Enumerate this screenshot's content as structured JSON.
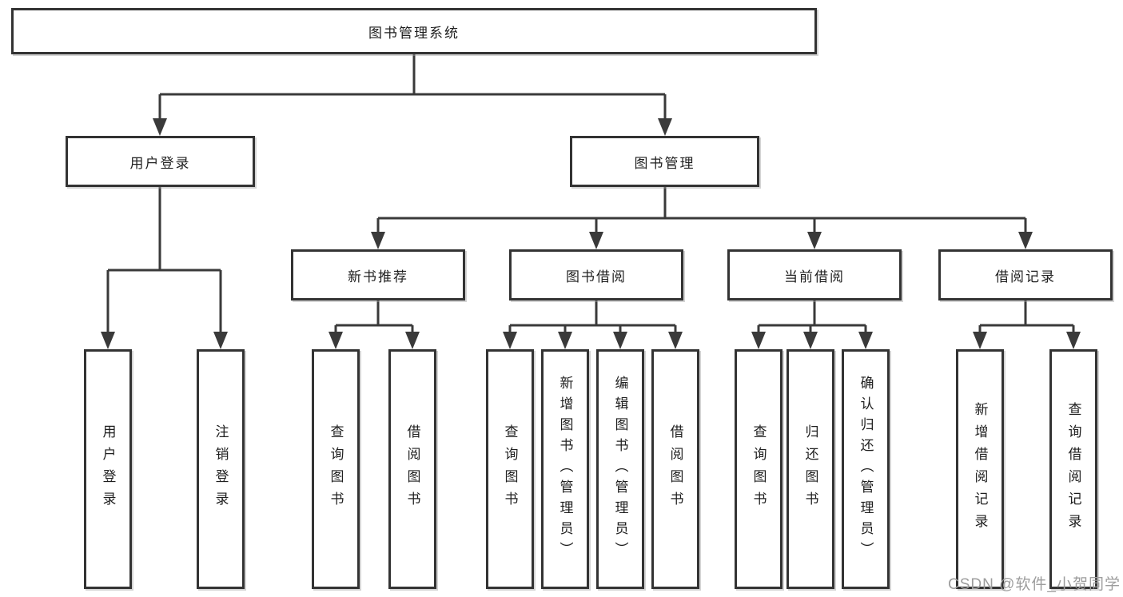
{
  "tree": {
    "label": "图书管理系统",
    "children": [
      {
        "label": "用户登录",
        "children": [
          {
            "label": "用户登录"
          },
          {
            "label": "注销登录"
          }
        ]
      },
      {
        "label": "图书管理",
        "children": [
          {
            "label": "新书推荐",
            "children": [
              {
                "label": "查询图书"
              },
              {
                "label": "借阅图书"
              }
            ]
          },
          {
            "label": "图书借阅",
            "children": [
              {
                "label": "查询图书"
              },
              {
                "label": "新增图书（管理员）"
              },
              {
                "label": "编辑图书（管理员）"
              },
              {
                "label": "借阅图书"
              }
            ]
          },
          {
            "label": "当前借阅",
            "children": [
              {
                "label": "查询图书"
              },
              {
                "label": "归还图书"
              },
              {
                "label": "确认归还（管理员）"
              }
            ]
          },
          {
            "label": "借阅记录",
            "children": [
              {
                "label": "新增借阅记录"
              },
              {
                "label": "查询借阅记录"
              }
            ]
          }
        ]
      }
    ]
  },
  "watermark": {
    "text": "CSDN @软件_小贺同学"
  },
  "colors": {
    "line": "#3a3a3a",
    "border": "#333333",
    "text": "#1f1f1f",
    "watermark": "#9d9d9d"
  }
}
